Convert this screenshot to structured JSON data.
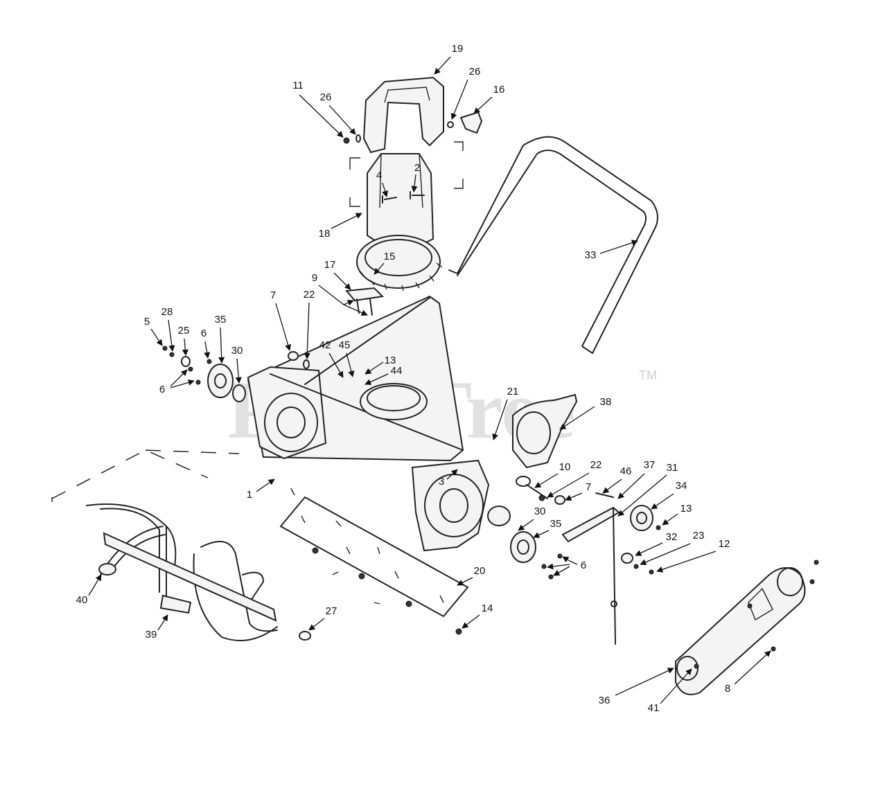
{
  "watermark": {
    "brand": "PartsTree",
    "trademark": "TM"
  },
  "callouts": [
    {
      "label": "19"
    },
    {
      "label": "26"
    },
    {
      "label": "16"
    },
    {
      "label": "11"
    },
    {
      "label": "26"
    },
    {
      "label": "2"
    },
    {
      "label": "4"
    },
    {
      "label": "18"
    },
    {
      "label": "15"
    },
    {
      "label": "17"
    },
    {
      "label": "9"
    },
    {
      "label": "33"
    },
    {
      "label": "7"
    },
    {
      "label": "22"
    },
    {
      "label": "5"
    },
    {
      "label": "28"
    },
    {
      "label": "25"
    },
    {
      "label": "6"
    },
    {
      "label": "35"
    },
    {
      "label": "30"
    },
    {
      "label": "6"
    },
    {
      "label": "42"
    },
    {
      "label": "45"
    },
    {
      "label": "13"
    },
    {
      "label": "44"
    },
    {
      "label": "21"
    },
    {
      "label": "38"
    },
    {
      "label": "3"
    },
    {
      "label": "1"
    },
    {
      "label": "10"
    },
    {
      "label": "22"
    },
    {
      "label": "7"
    },
    {
      "label": "46"
    },
    {
      "label": "37"
    },
    {
      "label": "31"
    },
    {
      "label": "34"
    },
    {
      "label": "13"
    },
    {
      "label": "30"
    },
    {
      "label": "35"
    },
    {
      "label": "32"
    },
    {
      "label": "23"
    },
    {
      "label": "12"
    },
    {
      "label": "6"
    },
    {
      "label": "20"
    },
    {
      "label": "14"
    },
    {
      "label": "27"
    },
    {
      "label": "40"
    },
    {
      "label": "39"
    },
    {
      "label": "36"
    },
    {
      "label": "41"
    },
    {
      "label": "8"
    }
  ]
}
